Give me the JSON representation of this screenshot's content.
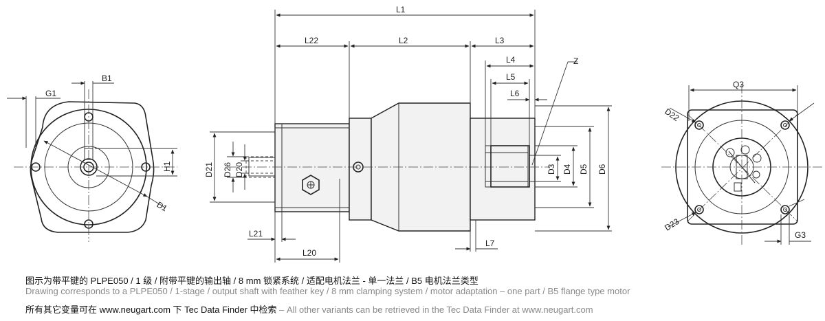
{
  "labels": {
    "front_left": {
      "g1": "G1",
      "b1": "B1",
      "h1": "H1",
      "d1": "D1"
    },
    "side": {
      "l1": "L1",
      "l22": "L22",
      "l2": "L2",
      "l3": "L3",
      "l4": "L4",
      "l5": "L5",
      "l6": "L6",
      "z": "Z",
      "d21": "D21",
      "d26": "D26",
      "d20": "D20",
      "d3": "D3",
      "d4": "D4",
      "d5": "D5",
      "d6": "D6",
      "l21": "L21",
      "l20": "L20",
      "l7": "L7"
    },
    "front_right": {
      "q3": "Q3",
      "d22": "D22",
      "d23": "D23",
      "g3": "G3"
    }
  },
  "captions": {
    "chinese": "图示为带平键的 PLPE050 / 1 级 / 附带平键的输出轴 / 8 mm 锁紧系统 / 适配电机法兰 - 单一法兰 / B5 电机法兰类型",
    "english": "Drawing corresponds to a PLPE050 / 1-stage / output shaft with feather key / 8 mm clamping system / motor adaptation – one part / B5 flange type motor",
    "note_cn": "所有其它变量可在  www.neugart.com 下  Tec Data Finder  中检索",
    "note_en": " – All other variants can be retrieved in the Tec Data Finder at www.neugart.com"
  }
}
